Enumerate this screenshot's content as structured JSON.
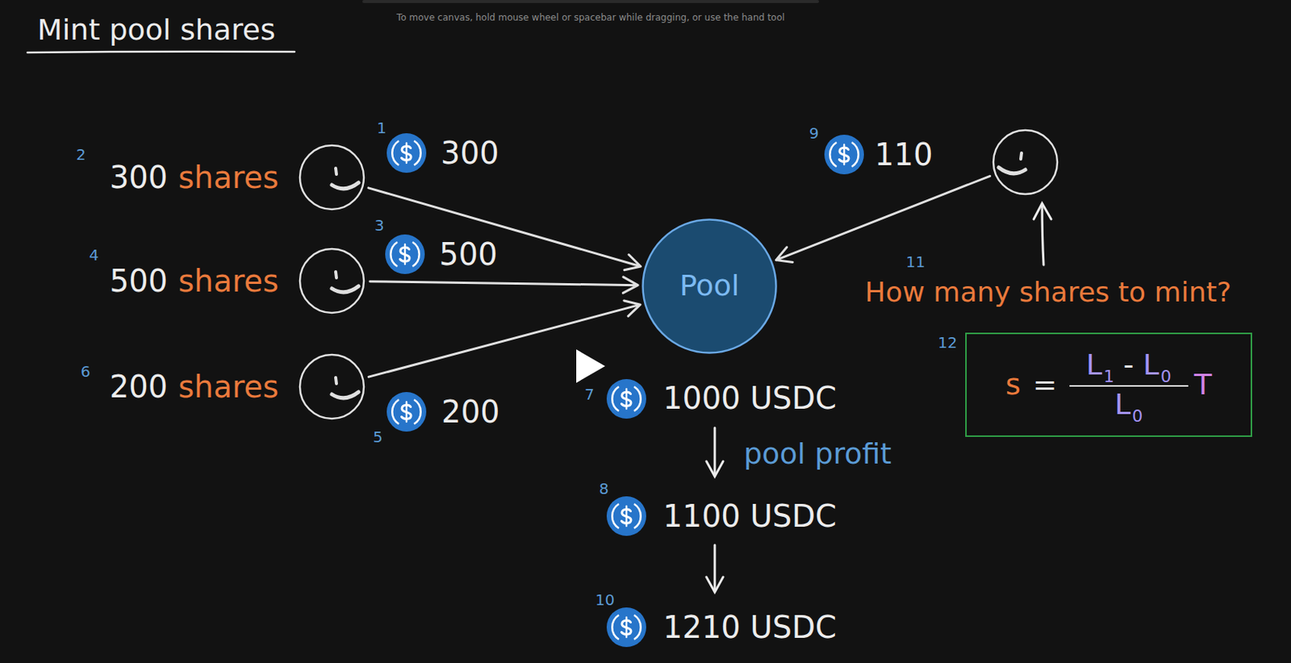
{
  "diagram": {
    "title": "Mint pool shares",
    "nodes": [
      {
        "text": [
          "300",
          "shares"
        ]
      },
      {
        "text": [
          "500",
          "shares"
        ]
      },
      {
        "text": [
          "200",
          "shares"
        ]
      },
      {
        "text": [
          "Pool"
        ]
      },
      {
        "text": [
          "How many shares to mint?"
        ]
      },
      {
        "text": [
          "s",
          "=",
          "L",
          "1",
          "-",
          "L",
          "0",
          "L",
          "0",
          "T"
        ]
      }
    ],
    "edges": [
      {
        "from": 0,
        "to": 3,
        "label": "300",
        "arrow": "to"
      },
      {
        "from": 1,
        "to": 3,
        "label": "500",
        "arrow": "to"
      },
      {
        "from": 2,
        "to": 3,
        "label": "200",
        "arrow": "to"
      },
      {
        "from": 4,
        "to": 3,
        "label": "110",
        "arrow": "to"
      }
    ],
    "labels": [
      "To move canvas, hold mouse wheel or spacebar while dragging, or use the hand tool",
      "1",
      "2",
      "3",
      "4",
      "5",
      "6",
      "7",
      "8",
      "9",
      "10",
      "11",
      "12",
      "1000 USDC",
      "pool profit",
      "1100 USDC",
      "1210 USDC"
    ]
  }
}
